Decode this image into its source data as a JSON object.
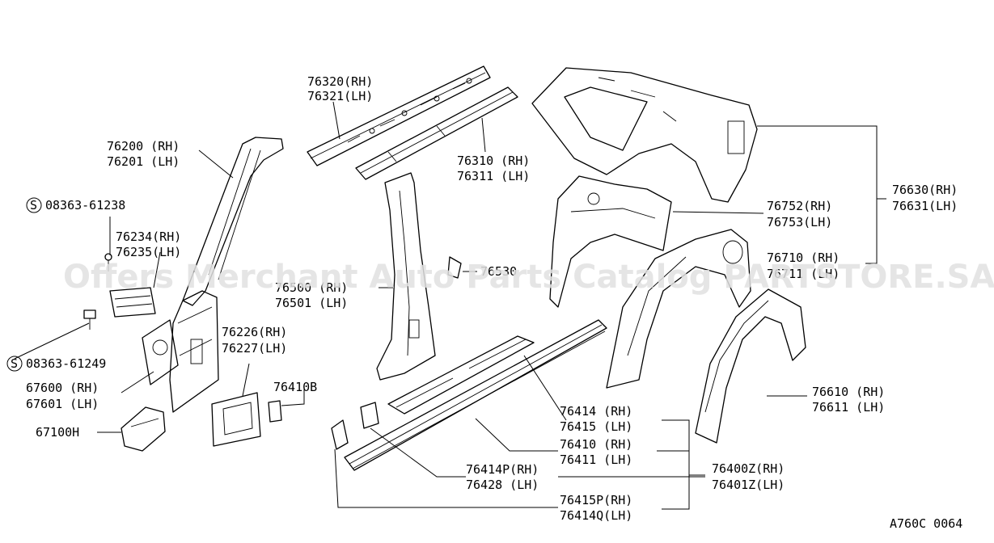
{
  "watermark": "Offers Merchant Auto Parts Catalog PARTSTORE.SA",
  "diagram_code": "A760C 0064",
  "labels": {
    "p76320": "76320(RH)",
    "p76321": "76321(LH)",
    "p76310": "76310 (RH)",
    "p76311": "76311 (LH)",
    "p76200": "76200 (RH)",
    "p76201": "76201 (LH)",
    "s08363a": "08363-61238",
    "p76234": "76234(RH)",
    "p76235": "76235(LH)",
    "p76530": "76530",
    "p76500": "76500 (RH)",
    "p76501": "76501 (LH)",
    "p76630": "76630(RH)",
    "p76631": "76631(LH)",
    "p76752": "76752(RH)",
    "p76753": "76753(LH)",
    "p76710": "76710 (RH)",
    "p76711": "76711 (LH)",
    "p76226": "76226(RH)",
    "p76227": "76227(LH)",
    "s08363b": "08363-61249",
    "p76410B": "76410B",
    "p67600": "67600 (RH)",
    "p67601": "67601 (LH)",
    "p67100H": "67100H",
    "p76610": "76610 (RH)",
    "p76611": "76611 (LH)",
    "p76414": "76414 (RH)",
    "p76415": "76415 (LH)",
    "p76410": "76410 (RH)",
    "p76411": "76411 (LH)",
    "p76414P": "76414P(RH)",
    "p76428": "76428 (LH)",
    "p76400Z": "76400Z(RH)",
    "p76401Z": "76401Z(LH)",
    "p76415P": "76415P(RH)",
    "p76414Q": "76414Q(LH)"
  },
  "screw_symbol": "S"
}
